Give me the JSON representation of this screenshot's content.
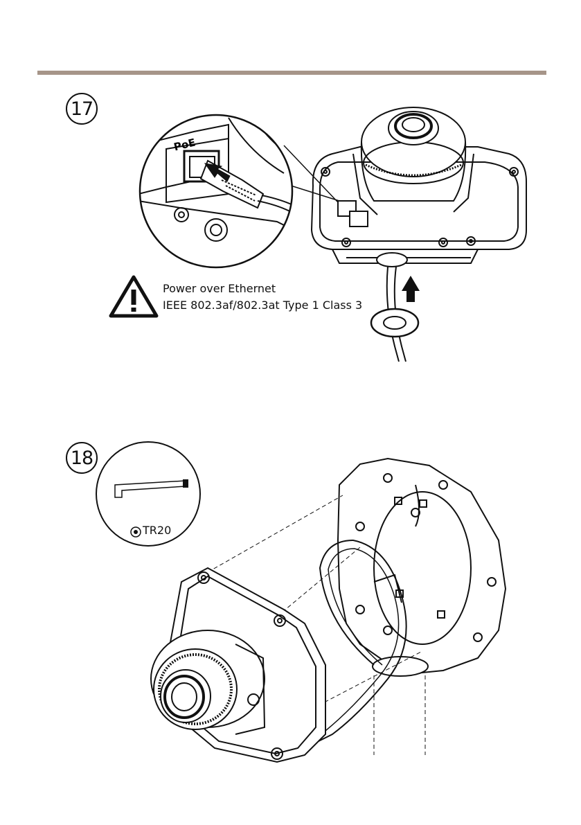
{
  "steps": [
    {
      "number": "17"
    },
    {
      "number": "18"
    }
  ],
  "warning": {
    "line1": "Power over Ethernet",
    "line2": "IEEE 802.3af/802.3at Type 1 Class 3"
  },
  "inset17": {
    "port_label": "PoE"
  },
  "tool": {
    "label": "TR20",
    "icon": "torx-icon"
  },
  "colors": {
    "rule": "#a69589"
  }
}
